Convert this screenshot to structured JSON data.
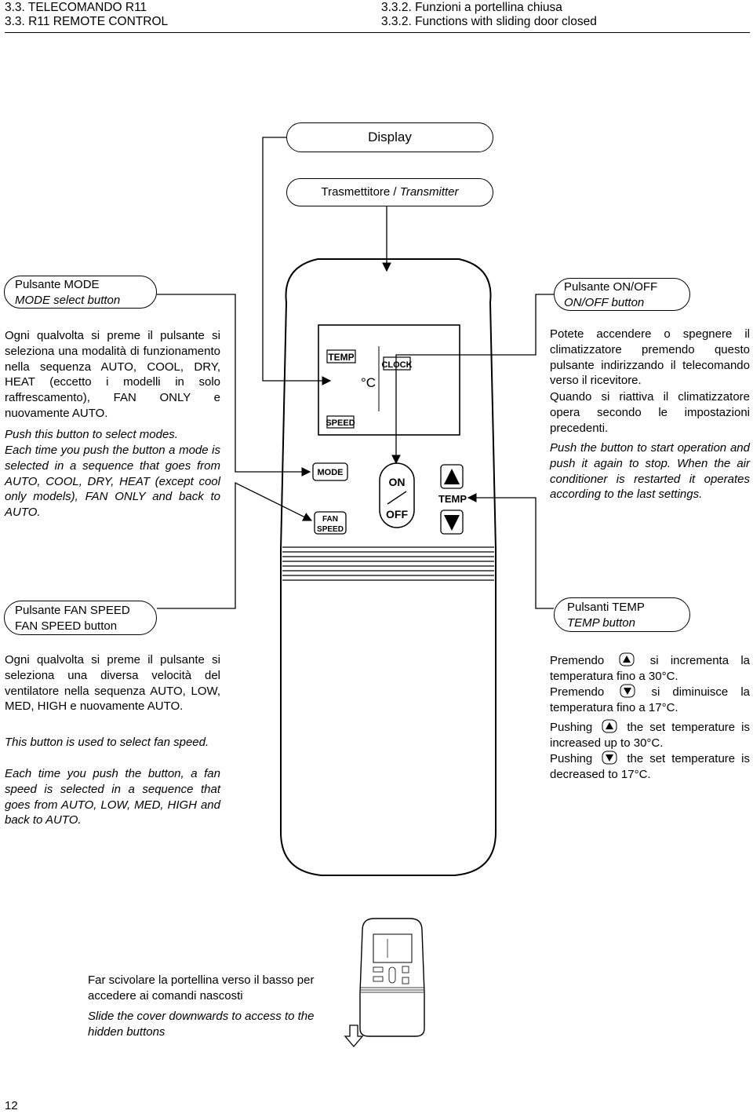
{
  "header": {
    "left_line1": "3.3. TELECOMANDO R11",
    "left_line2": "3.3. R11 REMOTE CONTROL",
    "right_line1": "3.3.2. Funzioni a portellina chiusa",
    "right_line2": "3.3.2. Functions with sliding door closed"
  },
  "labels": {
    "display": "Display",
    "transmitter_it": "Trasmettitore / ",
    "transmitter_en": "Transmitter",
    "mode_it": "Pulsante MODE",
    "mode_en": "MODE select button",
    "onoff_it": "Pulsante ON/OFF",
    "onoff_en": "ON/OFF button",
    "fan_it": "Pulsante FAN SPEED",
    "fan_en": "FAN SPEED button",
    "temp_it": "Pulsanti TEMP",
    "temp_en": "TEMP button"
  },
  "text": {
    "mode_it": "Ogni qualvolta si preme il pulsante si seleziona una modalità di funzionamento nella sequenza AUTO, COOL, DRY, HEAT (eccetto i modelli in solo raffrescamento), FAN ONLY e nuovamente AUTO.",
    "mode_en_1": "Push this button to select modes.",
    "mode_en_2": "Each time you push the button a mode is selected in a sequence that goes from AUTO, COOL, DRY, HEAT (except cool only models), FAN ONLY and back to AUTO.",
    "onoff_it_1": "Potete accendere o spegnere il climatizzatore premendo questo pulsante indirizzando il telecomando verso il ricevitore.",
    "onoff_it_2": "Quando si riattiva il climatizzatore opera secondo le impostazioni precedenti.",
    "onoff_en": "Push the button to start operation and push it again to stop. When the air conditioner is restarted it operates according to the last settings.",
    "fan_it": "Ogni qualvolta si preme il pulsante si seleziona una diversa velocità del ventilatore nella sequenza AUTO, LOW, MED, HIGH e nuovamente AUTO.",
    "fan_en_1": "This button is used to select fan speed.",
    "fan_en_2": "Each time you push the button, a fan speed is selected in a sequence that goes from AUTO, LOW, MED, HIGH and back to AUTO.",
    "temp_it_up_a": "Premendo",
    "temp_it_up_b": "si incrementa la temperatura fino a 30°C.",
    "temp_it_down_a": "Premendo",
    "temp_it_down_b": "si diminuisce la temperatura fino a 17°C.",
    "temp_en_up_a": "Pushing",
    "temp_en_up_b": "the set temperature is increased up to 30°C.",
    "temp_en_down_a": "Pushing",
    "temp_en_down_b": "the set temperature is decreased to 17°C."
  },
  "remote": {
    "lcd_temp": "TEMP",
    "lcd_clock": "CLOCK",
    "lcd_speed": "SPEED",
    "lcd_unit": "°C",
    "btn_mode": "MODE",
    "btn_fan": "FAN",
    "btn_speed": "SPEED",
    "btn_on": "ON",
    "btn_off": "OFF",
    "btn_temp": "TEMP"
  },
  "caption": {
    "it": "Far scivolare la portellina verso  il basso per accedere ai comandi nascosti",
    "en": "Slide the cover downwards to access to the hidden buttons"
  },
  "page_number": "12"
}
